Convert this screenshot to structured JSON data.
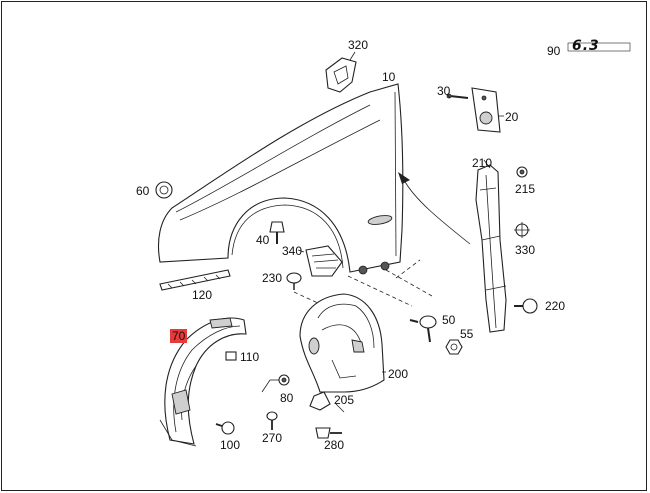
{
  "parts": [
    {
      "key": "p320",
      "number": "320"
    },
    {
      "key": "p10",
      "number": "10"
    },
    {
      "key": "p90",
      "number": "90"
    },
    {
      "key": "p30",
      "number": "30"
    },
    {
      "key": "p20",
      "number": "20"
    },
    {
      "key": "p210",
      "number": "210"
    },
    {
      "key": "p215",
      "number": "215"
    },
    {
      "key": "p60",
      "number": "60"
    },
    {
      "key": "p40",
      "number": "40"
    },
    {
      "key": "p340",
      "number": "340"
    },
    {
      "key": "p330",
      "number": "330"
    },
    {
      "key": "p230",
      "number": "230"
    },
    {
      "key": "p120",
      "number": "120"
    },
    {
      "key": "p220",
      "number": "220"
    },
    {
      "key": "p50",
      "number": "50"
    },
    {
      "key": "p55",
      "number": "55"
    },
    {
      "key": "p70",
      "number": "70",
      "highlighted": true
    },
    {
      "key": "p110",
      "number": "110"
    },
    {
      "key": "p200",
      "number": "200"
    },
    {
      "key": "p80",
      "number": "80"
    },
    {
      "key": "p205",
      "number": "205"
    },
    {
      "key": "p270",
      "number": "270"
    },
    {
      "key": "p100",
      "number": "100"
    },
    {
      "key": "p280",
      "number": "280"
    }
  ],
  "emblem_text": "6.3",
  "highlight_color": "#e83a3a"
}
